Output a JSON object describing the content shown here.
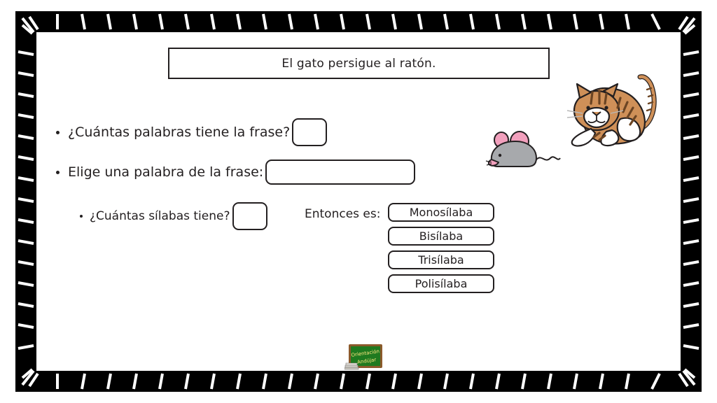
{
  "worksheet": {
    "sentence": "El gato persigue al ratón.",
    "questions": [
      {
        "text": "¿Cuántas palabras tiene la frase?",
        "answer": ""
      },
      {
        "text": "Elige una palabra de la frase:",
        "answer": ""
      },
      {
        "text": "¿Cuántas sílabas tiene?",
        "answer": ""
      }
    ],
    "entonces_label": "Entonces es:",
    "options": [
      "Monosílaba",
      "Bisílaba",
      "Trisílaba",
      "Polisílaba"
    ]
  },
  "art": {
    "cat": "cat-illustration",
    "mouse": "mouse-illustration",
    "logo_line1": "Orientación",
    "logo_line2": "Andújar"
  },
  "colors": {
    "ink": "#231f20",
    "frame": "#000000",
    "cat_body": "#cf9058",
    "cat_stripe": "#6b4423",
    "mouse_body": "#a7a9ac",
    "mouse_ear": "#f2a0bd",
    "logo_board": "#1f7a1f",
    "logo_frame": "#8b5a2b"
  }
}
